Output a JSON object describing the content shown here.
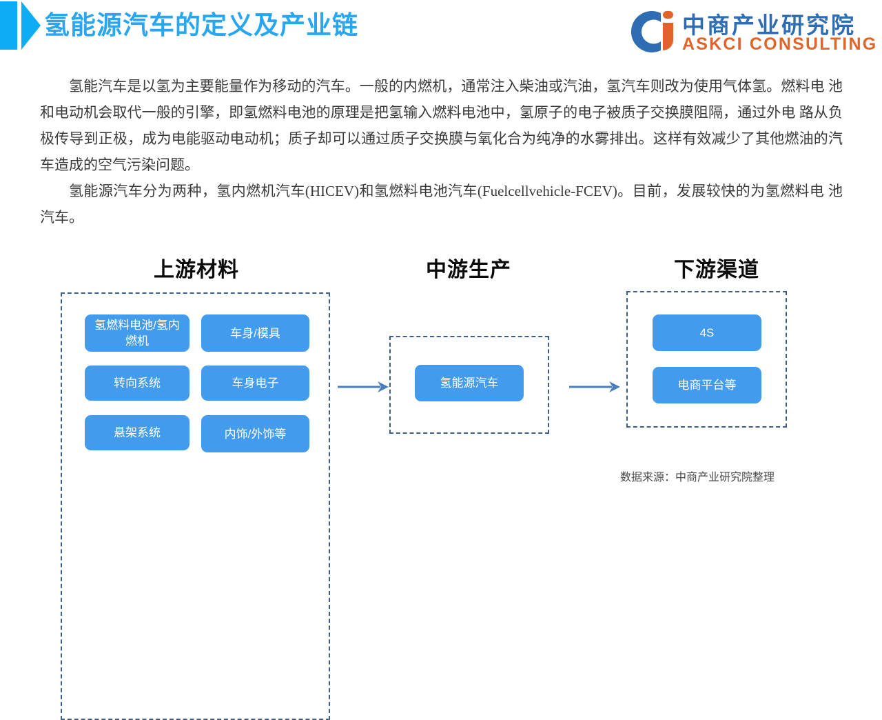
{
  "header": {
    "title": "氢能源汽车的定义及产业链",
    "accent_color": "#0CADF5",
    "title_color": "#29A6F0",
    "logo": {
      "mark_name": "askci-c-mark",
      "mark_blue": "#2E6DB4",
      "mark_orange": "#E0642A",
      "text_cn": "中商产业研究院",
      "text_en": "ASKCI CONSULTING"
    }
  },
  "body": {
    "paragraphs": [
      "氢能汽车是以氢为主要能量作为移动的汽车。一般的内燃机，通常注入柴油或汽油，氢汽车则改为使用气体氢。燃料电 池和电动机会取代一般的引擎，即氢燃料电池的原理是把氢输入燃料电池中，氢原子的电子被质子交换膜阻隔，通过外电 路从负极传导到正极，成为电能驱动电动机；质子却可以通过质子交换膜与氧化合为纯净的水雾排出。这样有效减少了其他燃油的汽车造成的空气污染问题。",
      "氢能源汽车分为两种，氢内燃机汽车(HICEV)和氢燃料电池汽车(Fuelcellvehicle-FCEV)。目前，发展较快的为氢燃料电 池汽车。"
    ]
  },
  "chain": {
    "node_color": "#439BEE",
    "dash_color": "#3E5E86",
    "arrow_color": "#4A7EBB",
    "stages": [
      {
        "key": "upstream",
        "heading": "上游材料",
        "nodes": [
          "氢燃料电池/氢内燃机",
          "车身/模具",
          "转向系统",
          "车身电子",
          "悬架系统",
          "内饰/外饰等"
        ]
      },
      {
        "key": "midstream",
        "heading": "中游生产",
        "nodes": [
          "氢能源汽车"
        ]
      },
      {
        "key": "downstream",
        "heading": "下游渠道",
        "nodes": [
          "4S",
          "电商平台等"
        ]
      }
    ],
    "arrows": [
      {
        "name": "arrow-upstream-to-midstream"
      },
      {
        "name": "arrow-midstream-to-downstream"
      }
    ]
  },
  "footer": {
    "source_note": "数据来源：中商产业研究院整理"
  }
}
